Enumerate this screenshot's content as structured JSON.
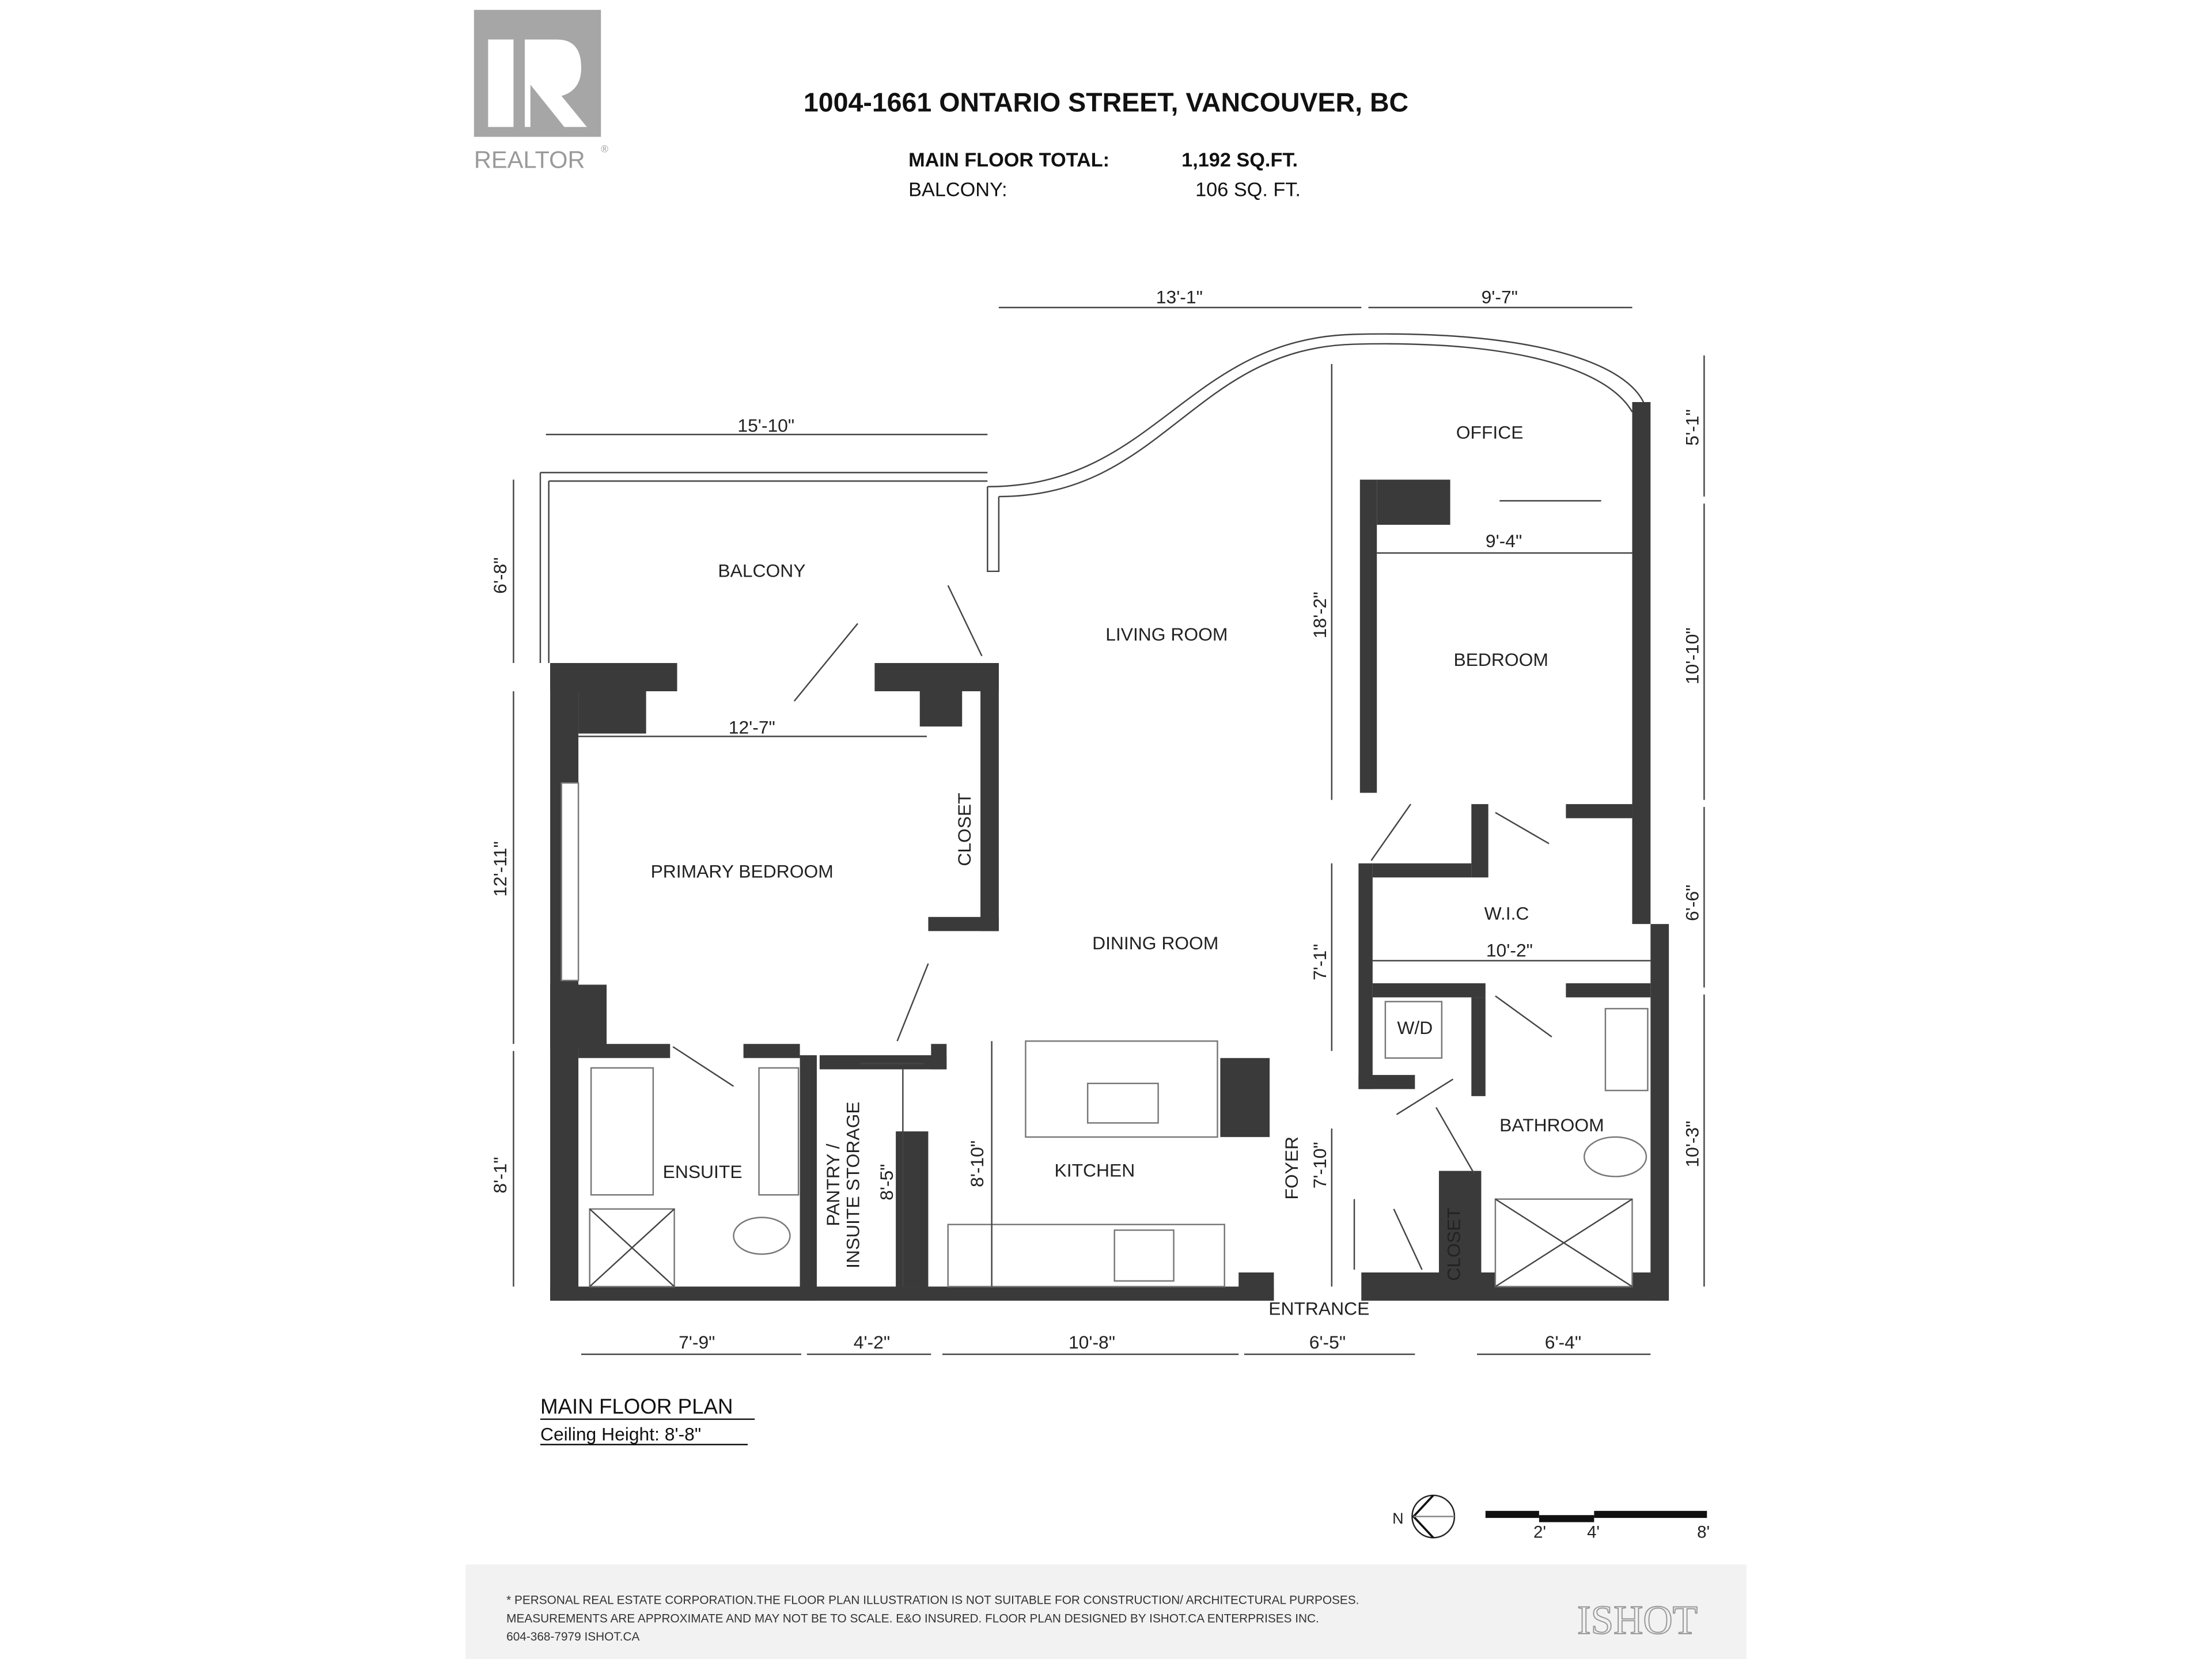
{
  "logo": {
    "text": "REALTOR",
    "mark": "R"
  },
  "header": {
    "address": "1004-1661 ONTARIO STREET, VANCOUVER, BC",
    "areas": [
      {
        "label": "MAIN FLOOR TOTAL:",
        "value": "1,192 SQ.FT."
      },
      {
        "label": "BALCONY:",
        "value": "106 SQ. FT."
      }
    ]
  },
  "rooms": {
    "balcony": "BALCONY",
    "living_room": "LIVING ROOM",
    "office": "OFFICE",
    "bedroom": "BEDROOM",
    "primary_bedroom": "PRIMARY BEDROOM",
    "closet_primary": "CLOSET",
    "dining_room": "DINING ROOM",
    "wic": "W.I.C",
    "wd": "W/D",
    "bathroom": "BATHROOM",
    "ensuite": "ENSUITE",
    "pantry": "PANTRY /",
    "pantry2": "INSUITE STORAGE",
    "kitchen": "KITCHEN",
    "foyer": "FOYER",
    "closet_entry": "CLOSET",
    "entrance": "ENTRANCE"
  },
  "dimensions": {
    "top_living": "13'-1\"",
    "top_office": "9'-7\"",
    "balcony_width": "15'-10\"",
    "balcony_depth": "6'-8\"",
    "office_right": "5'-1\"",
    "bedroom_width": "9'-4\"",
    "office_bedroom_left": "18'-2\"",
    "bedroom_right": "10'-10\"",
    "primary_width": "12'-7\"",
    "primary_left": "12'-11\"",
    "wic_right": "6'-6\"",
    "wic_width": "10'-2\"",
    "wic_left": "7'-1\"",
    "ensuite_left": "8'-1\"",
    "pantry_depth": "8'-5\"",
    "kitchen_depth": "8'-10\"",
    "foyer_depth": "7'-10\"",
    "bath_right": "10'-3\"",
    "bottom_ensuite": "7'-9\"",
    "bottom_pantry": "4'-2\"",
    "bottom_kitchen": "10'-8\"",
    "bottom_entrance": "6'-5\"",
    "bottom_bath": "6'-4\""
  },
  "plan_title": "MAIN FLOOR PLAN",
  "ceiling": "Ceiling Height: 8'-8\"",
  "compass": {
    "label": "N",
    "icon": "north-arrow-icon"
  },
  "scale": {
    "ticks": [
      "2'",
      "4'",
      "8'"
    ]
  },
  "footer": {
    "lines": [
      "* PERSONAL REAL ESTATE CORPORATION.THE FLOOR PLAN ILLUSTRATION IS NOT SUITABLE FOR CONSTRUCTION/ ARCHITECTURAL PURPOSES.",
      "MEASUREMENTS ARE APPROXIMATE AND MAY NOT BE TO SCALE. E&O INSURED. FLOOR PLAN DESIGNED BY ISHOT.CA ENTERPRISES INC.",
      "604-368-7979  ISHOT.CA"
    ],
    "brand": "ISHOT"
  }
}
